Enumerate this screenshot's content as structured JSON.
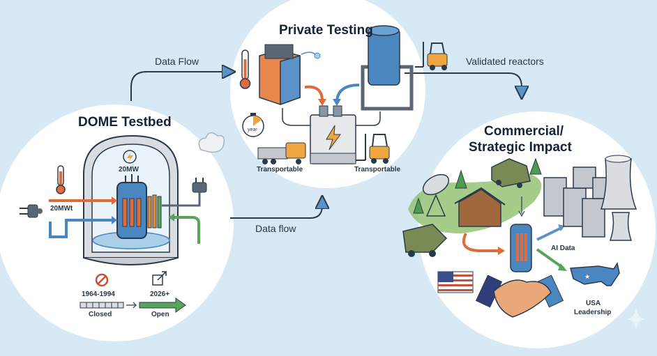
{
  "diagram": {
    "background_color": "#d6e9f5",
    "accent_colors": {
      "heat": "#e06a3c",
      "coolant": "#4a86c0",
      "return": "#5aa45a",
      "outline": "#2b3a4a",
      "vehicle": "#f0a640",
      "military": "#7a8a55"
    },
    "nodes": {
      "dome": {
        "title": "DOME Testbed",
        "power_electric": "20MW",
        "power_thermal": "20MWt",
        "timeline": {
          "past_years": "1964-1994",
          "past_status": "Closed",
          "future_years": "2026+",
          "future_status": "Open"
        }
      },
      "private": {
        "title": "Private Testing",
        "timer_label": "year",
        "transport_label_1": "Transportable",
        "transport_label_2": "Transportable"
      },
      "impact": {
        "title_line1": "Commercial/",
        "title_line2": "Strategic Impact",
        "ai_label": "AI Data",
        "usa_line1": "USA",
        "usa_line2": "Leadership"
      }
    },
    "edges": {
      "dome_to_private_top": "Data Flow",
      "dome_to_private_bottom": "Data flow",
      "private_to_impact": "Validated reactors"
    }
  }
}
